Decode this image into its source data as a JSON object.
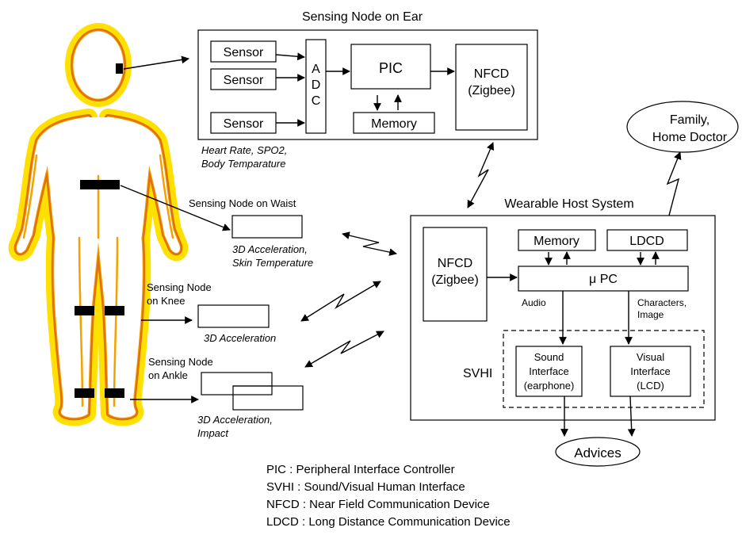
{
  "ear_node": {
    "title": "Sensing Node on Ear",
    "sensor1": "Sensor",
    "sensor2": "Sensor",
    "sensor3": "Sensor",
    "adc": [
      "A",
      "D",
      "C"
    ],
    "pic": "PIC",
    "memory": "Memory",
    "nfcd_line1": "NFCD",
    "nfcd_line2": "(Zigbee)",
    "caption_line1": "Heart Rate, SPO2,",
    "caption_line2": "Body Temparature"
  },
  "waist_node": {
    "title": "Sensing Node on Waist",
    "caption_line1": "3D Acceleration,",
    "caption_line2": "Skin Temperature"
  },
  "knee_node": {
    "title_line1": "Sensing Node",
    "title_line2": "on Knee",
    "caption": "3D Acceleration"
  },
  "ankle_node": {
    "title_line1": "Sensing Node",
    "title_line2": "on Ankle",
    "caption_line1": "3D Acceleration,",
    "caption_line2": "Impact"
  },
  "family": {
    "line1": "Family,",
    "line2": "Home Doctor"
  },
  "host": {
    "title": "Wearable Host System",
    "nfcd_line1": "NFCD",
    "nfcd_line2": "(Zigbee)",
    "memory": "Memory",
    "ldcd": "LDCD",
    "upc": "μ PC",
    "audio": "Audio",
    "characters_line1": "Characters,",
    "characters_line2": "Image",
    "svhi": "SVHI",
    "sound_line1": "Sound",
    "sound_line2": "Interface",
    "sound_line3": "(earphone)",
    "visual_line1": "Visual",
    "visual_line2": "Interface",
    "visual_line3": "(LCD)"
  },
  "advices": "Advices",
  "legend": [
    "PIC : Peripheral Interface Controller",
    "SVHI : Sound/Visual Human Interface",
    "NFCD : Near Field Communication Device",
    "LDCD : Long Distance Communication Device"
  ],
  "colors": {
    "body_glow": "#FFE000",
    "body_fill": "#FFFFFF",
    "body_outline": "#E07010",
    "body_inner": "#F6A000",
    "sensor_marker": "#000000"
  }
}
